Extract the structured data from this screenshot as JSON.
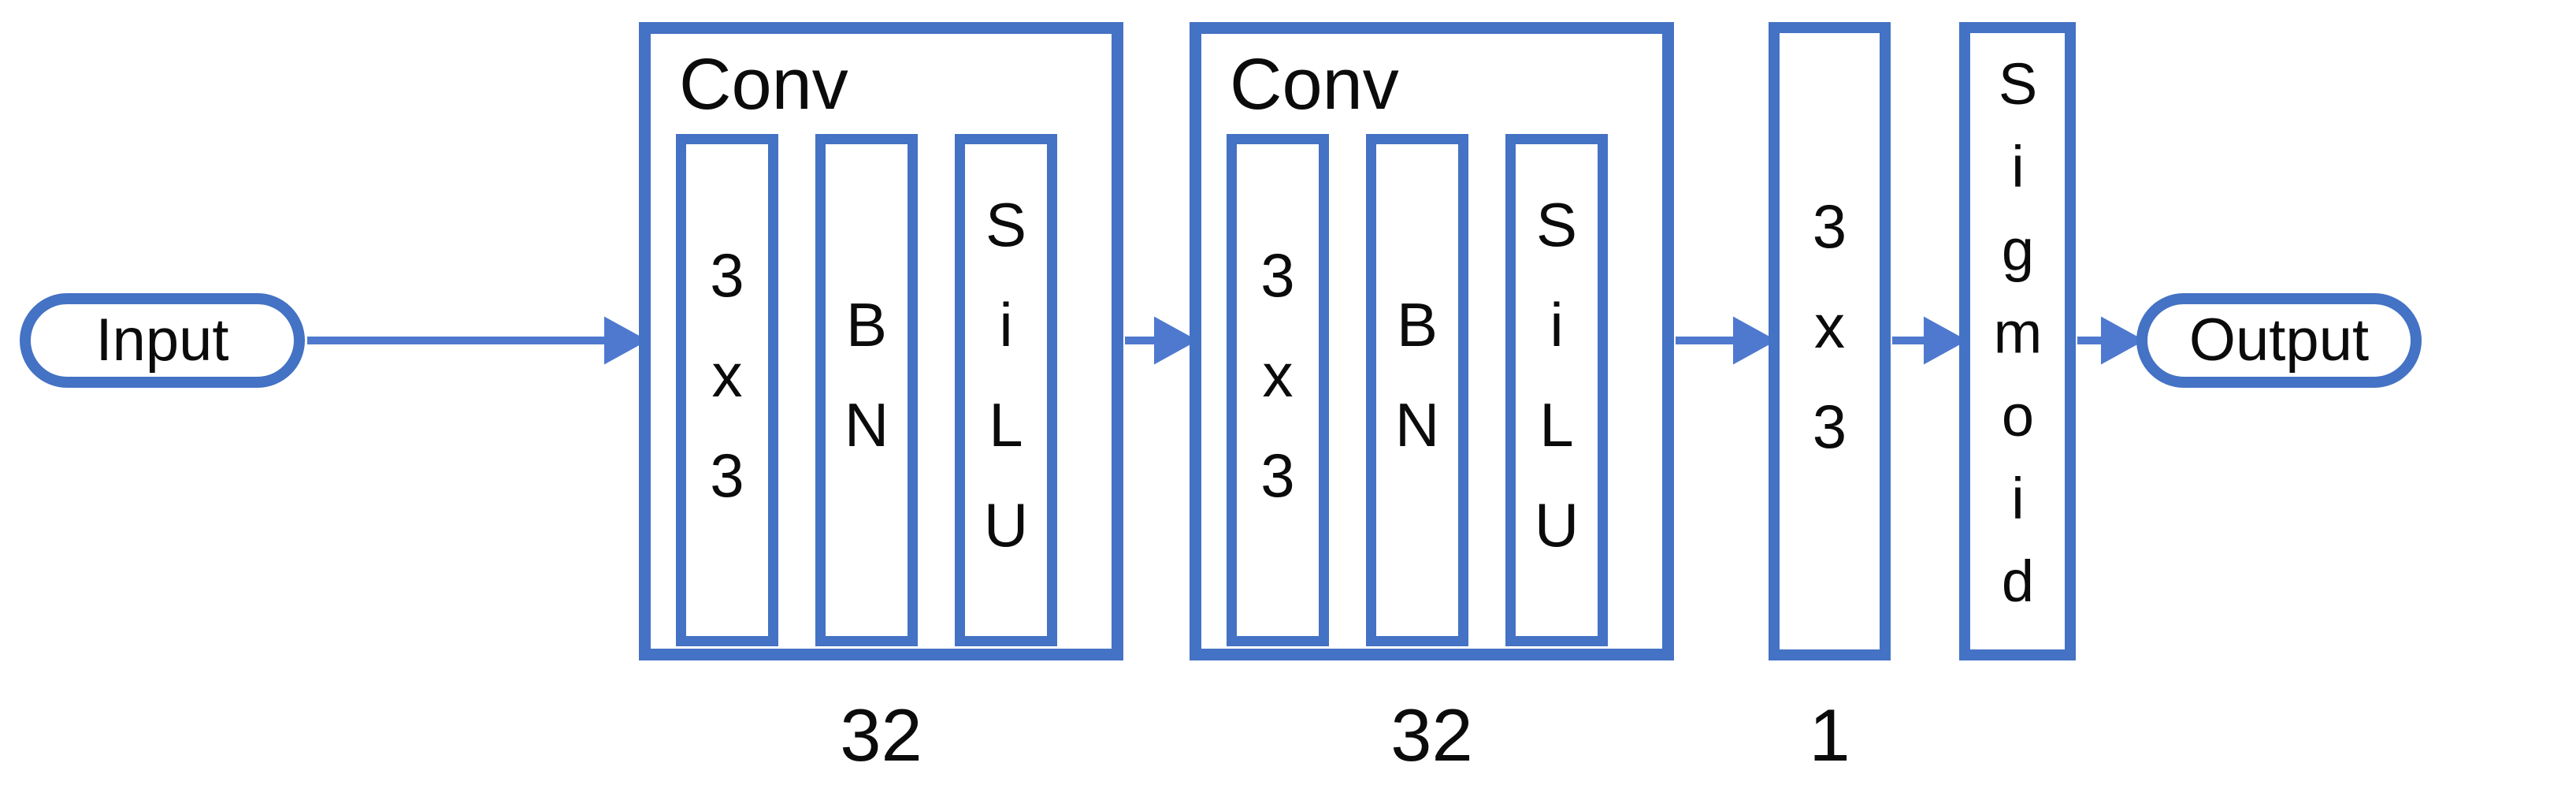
{
  "diagram": {
    "accent_color": "#4472C4",
    "text_color": "#000000",
    "input": {
      "label": "Input"
    },
    "output": {
      "label": "Output"
    },
    "conv1": {
      "title": "Conv",
      "layers": {
        "kernel": "3x3",
        "norm": "BN",
        "activation": "SiLU"
      },
      "channels": "32"
    },
    "conv2": {
      "title": "Conv",
      "layers": {
        "kernel": "3x3",
        "norm": "BN",
        "activation": "SiLU"
      },
      "channels": "32"
    },
    "head": {
      "kernel": "3x3",
      "channels": "1",
      "activation": "Sigmoid"
    }
  }
}
